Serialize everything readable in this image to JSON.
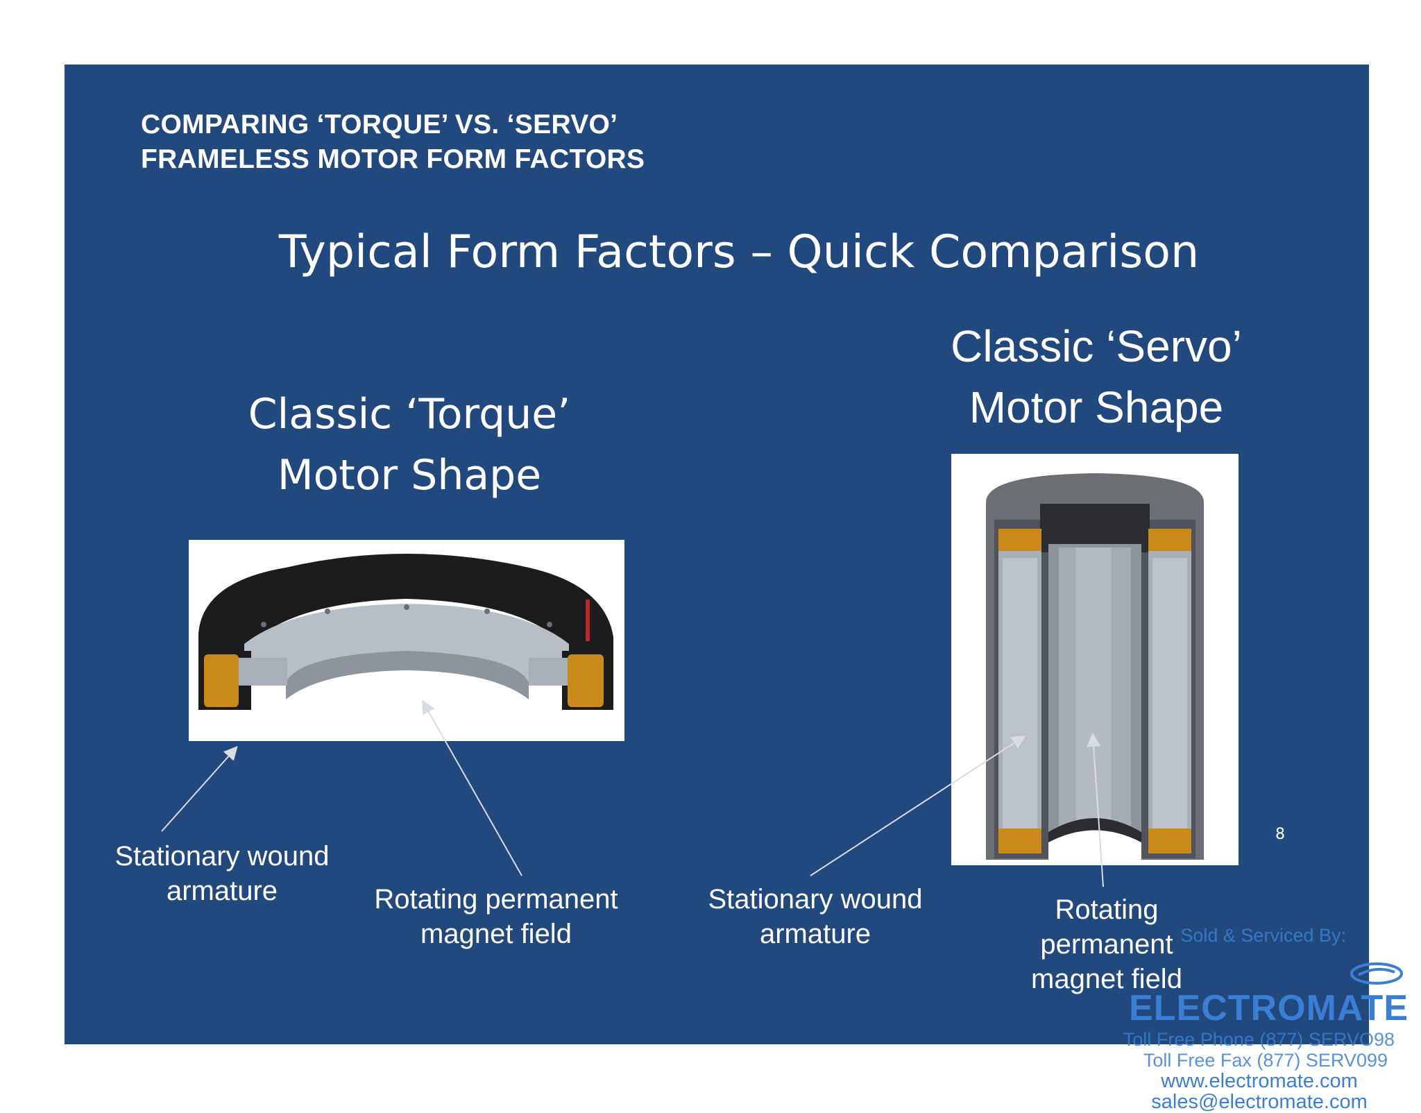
{
  "header": {
    "line1": "COMPARING ‘TORQUE’ VS. ‘SERVO’",
    "line2": "FRAMELESS MOTOR FORM FACTORS"
  },
  "main_title": "Typical Form Factors – Quick Comparison",
  "torque": {
    "title_line1": "Classic ‘Torque’",
    "title_line2": "Motor Shape",
    "label_armature_line1": "Stationary wound",
    "label_armature_line2": "armature",
    "label_magnet_line1": "Rotating permanent",
    "label_magnet_line2": "magnet field"
  },
  "servo": {
    "title_line1": "Classic ‘Servo’",
    "title_line2": "Motor Shape",
    "label_armature_line1": "Stationary wound",
    "label_armature_line2": "armature",
    "label_magnet_line1": "Rotating",
    "label_magnet_line2": "permanent",
    "label_magnet_line3": "magnet field"
  },
  "page_number": "8",
  "footer": {
    "sold_by": "Sold & Serviced By:",
    "brand": "ELECTROMATE",
    "phone": "Toll Free Phone (877) SERVO98",
    "fax": "Toll Free Fax (877) SERV099",
    "website": "www.electromate.com",
    "email": "sales@electromate.com"
  },
  "colors": {
    "slide_background": "#22497e",
    "footer_blue": "#3a7fd4",
    "winding_orange": "#c98a1a"
  }
}
